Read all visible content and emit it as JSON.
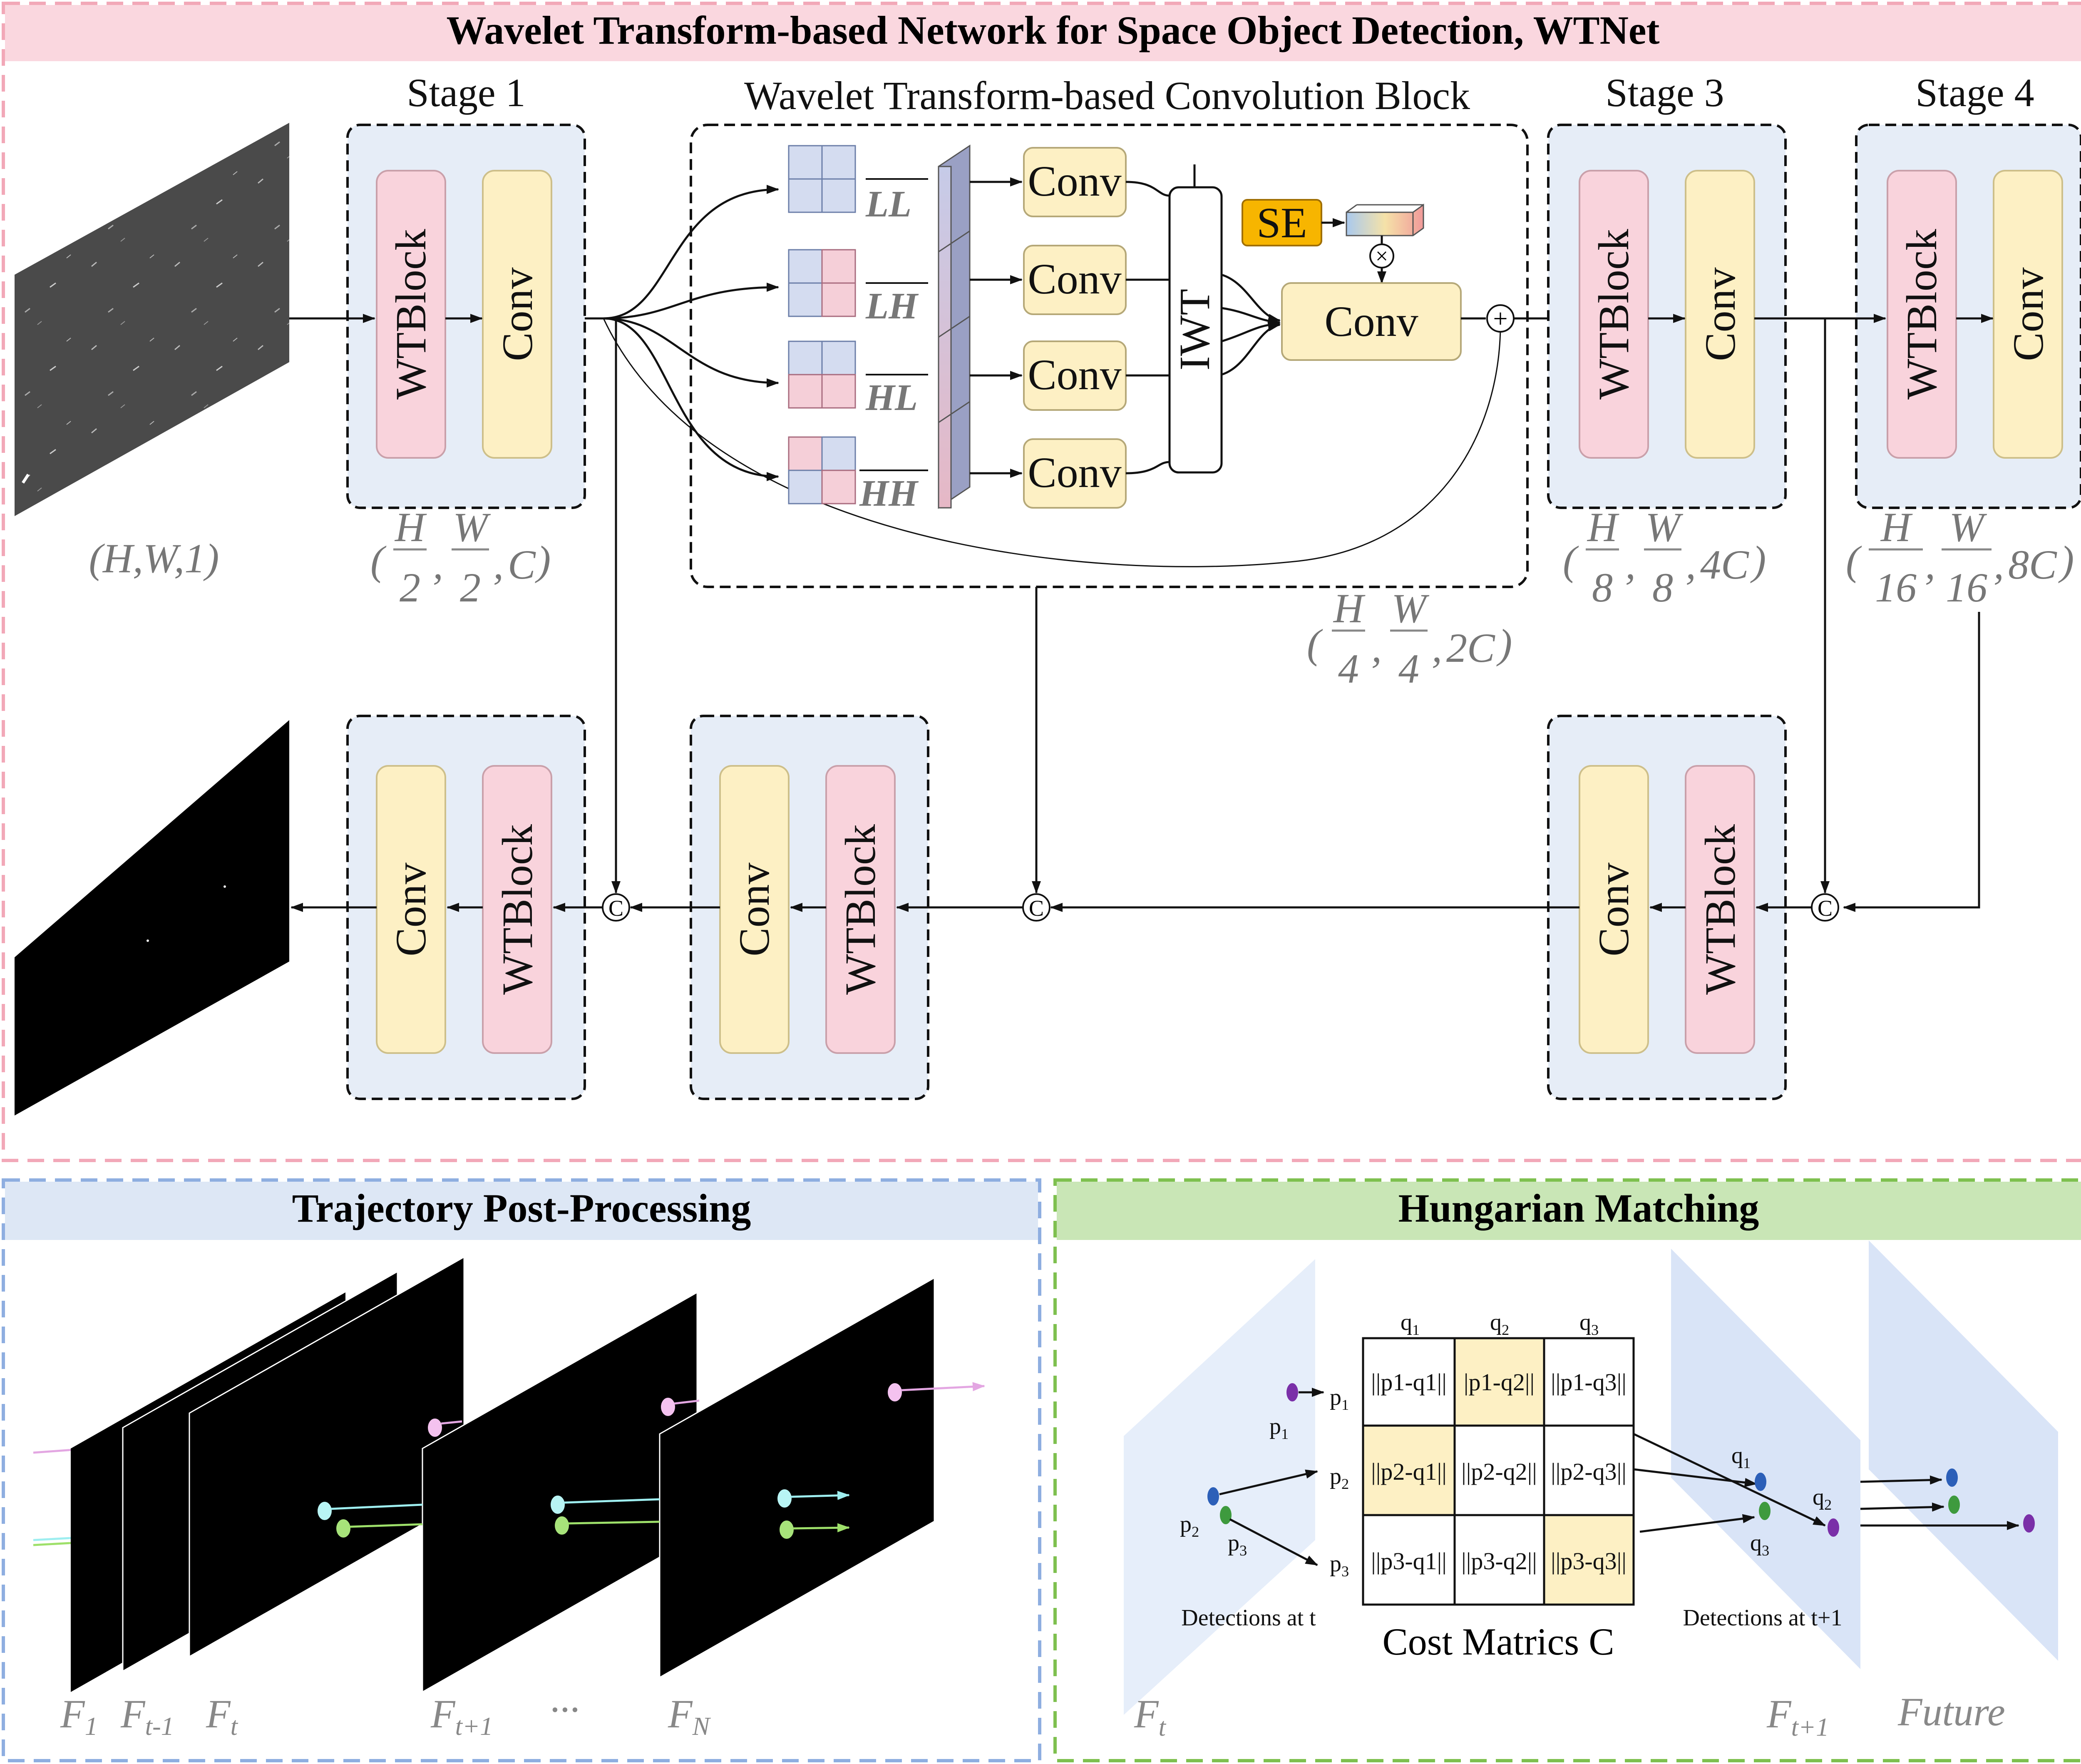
{
  "title": "Wavelet Transform-based Network for Space Object Detection, WTNet",
  "stages": {
    "stage1": "Stage 1",
    "stage3": "Stage 3",
    "stage4": "Stage 4",
    "wtcb": "Wavelet Transform-based Convolution Block"
  },
  "blocks": {
    "wtblock": "WTBlock",
    "conv": "Conv",
    "iwt": "IWT",
    "se": "SE",
    "concat": "C",
    "add": "+",
    "mul": "×"
  },
  "subbands": [
    "LL",
    "LH",
    "HL",
    "HH"
  ],
  "dims": {
    "input": "(H,W,1)",
    "s1": {
      "h": "H",
      "w": "W",
      "den": "2",
      "c": "C"
    },
    "s2": {
      "h": "H",
      "w": "W",
      "den": "4",
      "c": "2C"
    },
    "s3": {
      "h": "H",
      "w": "W",
      "den": "8",
      "c": "4C"
    },
    "s4": {
      "h": "H",
      "w": "W",
      "den": "16",
      "c": "8C"
    }
  },
  "trajectory": {
    "title": "Trajectory Post-Processing",
    "frames": [
      "F",
      "F",
      "F",
      "F",
      "F"
    ],
    "frame_subs": [
      "1",
      "t-1",
      "t",
      "t+1",
      "N"
    ],
    "ellipsis": "···"
  },
  "hungarian": {
    "title": "Hungarian Matching",
    "col_headers": [
      "q",
      "q",
      "q"
    ],
    "col_subs": [
      "1",
      "2",
      "3"
    ],
    "row_labels": [
      "p",
      "p",
      "p"
    ],
    "row_subs": [
      "1",
      "2",
      "3"
    ],
    "cells": [
      [
        "||p1-q1||",
        "|p1-q2||",
        "||p1-q3||"
      ],
      [
        "||p2-q1||",
        "||p2-q2||",
        "||p2-q3||"
      ],
      [
        "||p3-q1||",
        "||p3-q2||",
        "||p3-q3||"
      ]
    ],
    "highlighted": [
      [
        0,
        1
      ],
      [
        1,
        0
      ],
      [
        2,
        2
      ]
    ],
    "matrix_caption": "Cost Matrics C",
    "det_t": "Detections at t",
    "det_t1": "Detections at t+1",
    "ft": "F",
    "ft_sub": "t",
    "ft1": "F",
    "ft1_sub": "t+1",
    "future": "Future"
  },
  "colors": {
    "pink_bg": "#fad7df",
    "pink_border": "#f2a8b8",
    "blue_bg": "#dde7f5",
    "blue_border": "#8eaee0",
    "green_bg": "#c9e6b6",
    "green_border": "#7ec04f",
    "stage_bg": "#e6edf7",
    "wtblock": "#f9d3dc",
    "conv": "#fdf0c4",
    "se": "#f7b500",
    "highlight": "#fdf0c4"
  }
}
